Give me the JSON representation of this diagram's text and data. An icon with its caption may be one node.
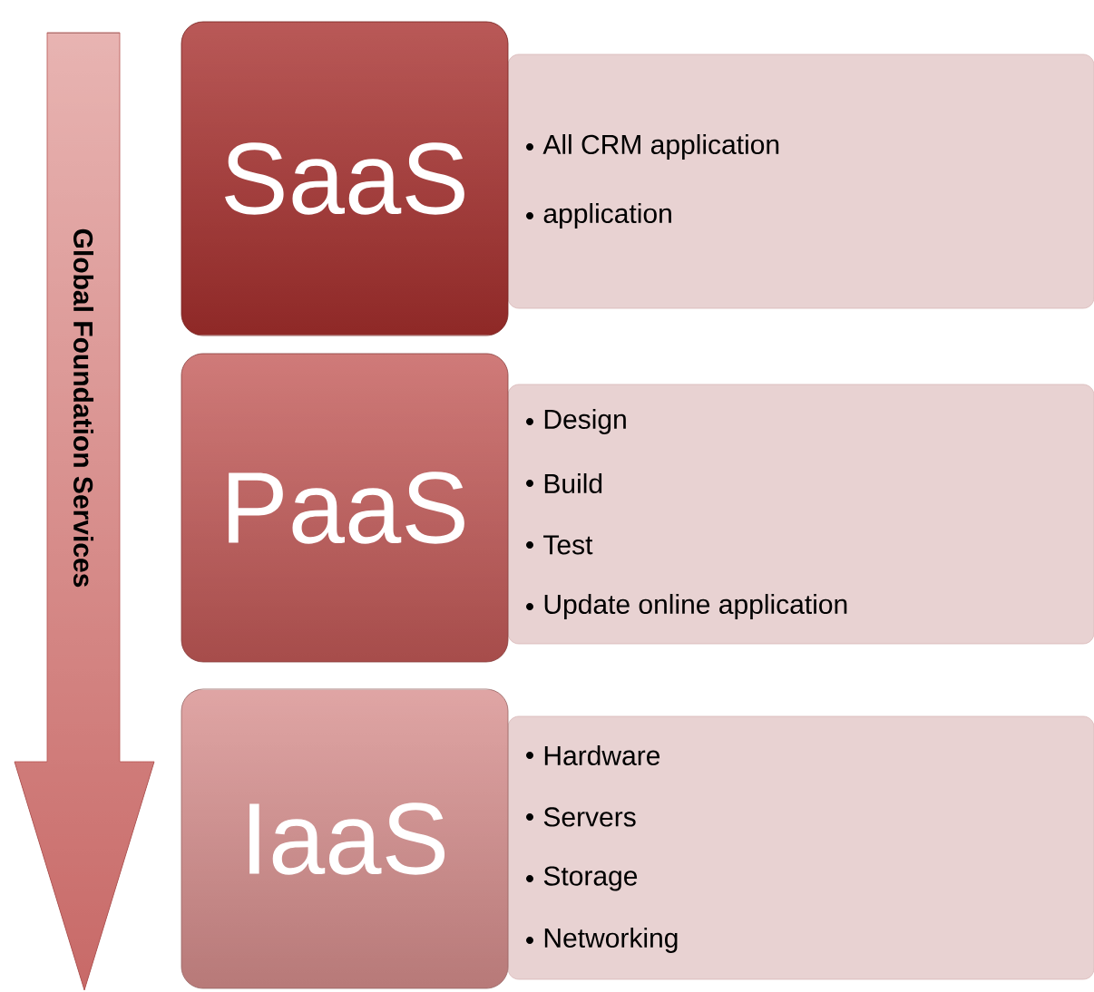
{
  "diagram": {
    "nodes": [
      {
        "text": [
          "Global Foundation Services"
        ]
      },
      {
        "text": [
          "SaaS"
        ]
      },
      {
        "text": [
          "All CRM application",
          "application"
        ]
      },
      {
        "text": [
          "PaaS"
        ]
      },
      {
        "text": [
          "Design",
          "Build",
          "Test",
          "Update online application"
        ]
      },
      {
        "text": [
          "IaaS"
        ]
      },
      {
        "text": [
          "Hardware",
          "Servers",
          "Storage",
          "Networking"
        ]
      }
    ]
  }
}
